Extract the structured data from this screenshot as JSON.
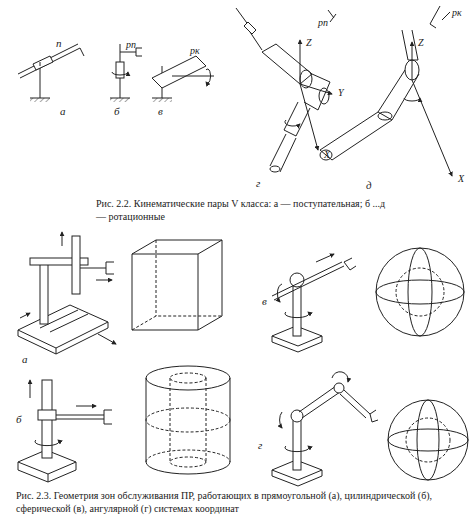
{
  "diagram": {
    "caption": "Рис. 2.3. Геометрия зон обслуживания ПР, работающих в прямоугольной (а), цилиндрической (б), сферической (в), ангулярной (г) системах координат",
    "labels": [
      "п",
      "рп",
      "рк",
      "рп",
      "Z",
      "Y",
      "X",
      "рк",
      "Z",
      "X",
      "а",
      "б",
      "в",
      "г",
      "д",
      "Рис. 2.2. Кинематические пары V класса: а — поступательная; б ...д — ротационные",
      "а",
      "в",
      "б",
      "г"
    ]
  }
}
